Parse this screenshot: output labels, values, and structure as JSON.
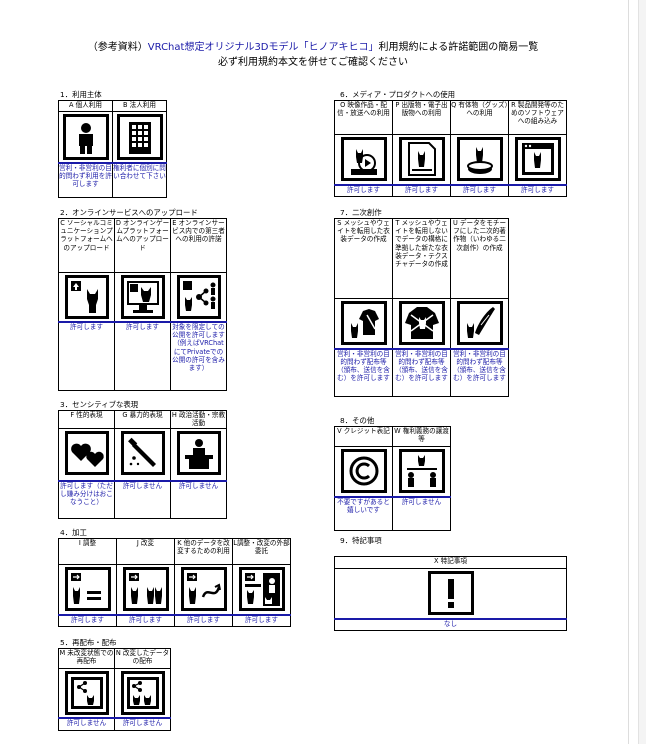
{
  "header": {
    "line1_prefix": "（参考資料）",
    "line1_blue": "VRChat想定オリジナル3Dモデル「ヒノアキヒコ」",
    "line1_suffix": "利用規約による許諾範囲の簡易一覧",
    "line2": "必ず利用規約本文を併せてご確認ください"
  },
  "sections": {
    "s1": {
      "title": "1．利用主体",
      "cols": [
        {
          "head": "A 個人利用",
          "status": "営利・非営利の目的問わず利用を許可します",
          "icon": "person-icon"
        },
        {
          "head": "B 法人利用",
          "status": "権利者に個別に問い合わせて下さい",
          "icon": "building-icon"
        }
      ]
    },
    "s2": {
      "title": "2．オンラインサービスへのアップロード",
      "cols": [
        {
          "head": "C ソーシャルコミュニケーションプラットフォームへのアップロード",
          "status": "許可します",
          "icon": "upload-social-icon"
        },
        {
          "head": "D オンラインゲームプラットフォームへのアップロード",
          "status": "許可します",
          "icon": "upload-game-icon"
        },
        {
          "head": "E オンラインサービス内での第三者への利用の許諾",
          "status": "対象を限定しての公開を許可します（例えばVRChatにてPrivateでの公開の許可を含みます）",
          "icon": "share-third-party-icon"
        }
      ]
    },
    "s3": {
      "title": "3．センシティブな表現",
      "cols": [
        {
          "head": "F 性的表現",
          "status": "許可します（ただし嫌み分けはおこなうこと）",
          "icon": "hearts-icon"
        },
        {
          "head": "G 暴力的表現",
          "status": "許可しません",
          "icon": "knife-icon"
        },
        {
          "head": "H 政治活動・宗教活動",
          "status": "許可しません",
          "icon": "podium-icon"
        }
      ]
    },
    "s4": {
      "title": "4．加工",
      "cols": [
        {
          "head": "I 調整",
          "status": "許可します",
          "icon": "adjust-icon"
        },
        {
          "head": "J 改変",
          "status": "許可します",
          "icon": "modify-icon"
        },
        {
          "head": "K 他のデータを改変するための利用",
          "status": "許可します",
          "icon": "use-for-other-icon"
        },
        {
          "head": "L調整・改変の外部委託",
          "status": "許可します",
          "icon": "outsource-icon"
        }
      ]
    },
    "s5": {
      "title": "5．再配布・配布",
      "cols": [
        {
          "head": "M 未改変状態での再配布",
          "status": "許可しません",
          "icon": "redistribute-icon"
        },
        {
          "head": "N 改変したデータの配布",
          "status": "許可しません",
          "icon": "distribute-modified-icon"
        }
      ]
    },
    "s6": {
      "title": "6．メディア・プロダクトへの使用",
      "cols": [
        {
          "head": "O 映像作品・配信・放送への利用",
          "status": "許可します",
          "icon": "video-icon"
        },
        {
          "head": "P 出版物・電子出版物への利用",
          "status": "許可します",
          "icon": "publication-icon"
        },
        {
          "head": "Q 有体物（グッズ）への利用",
          "status": "許可します",
          "icon": "goods-icon"
        },
        {
          "head": "R 製品開発等のためのソフトウェアへの組み込み",
          "status": "許可します",
          "icon": "software-icon"
        }
      ]
    },
    "s7": {
      "title": "7．二次創作",
      "cols": [
        {
          "head": "S メッシュやウェイトを転用した衣装データの作成",
          "status": "営利・非営利の目的問わず配布等（頒布、送信を含む）を許可します",
          "icon": "costume-icon"
        },
        {
          "head": "T メッシュやウェイトを転用しないでデータの構格に準拠した新たな衣装データ・テクスチャデータの作成",
          "status": "営利・非営利の目的問わず配布等（頒布、送信を含む）を許可します",
          "icon": "new-costume-icon"
        },
        {
          "head": "U データをモチーフにした二次的著作物（いわゆる二次創作）の作成",
          "status": "営利・非営利の目的問わず配布等（頒布、送信を含む）を許可します",
          "icon": "pen-icon"
        }
      ]
    },
    "s8": {
      "title": "8．その他",
      "cols": [
        {
          "head": "V クレジット表記",
          "status": "不要ですがあると嬉しいです",
          "icon": "copyright-icon"
        },
        {
          "head": "W 権利義務の譲渡等",
          "status": "許可しません",
          "icon": "transfer-icon"
        }
      ]
    },
    "s9": {
      "title": "9．特記事項",
      "head": "X 特記事項",
      "status": "なし",
      "icon": "exclamation-icon"
    }
  }
}
